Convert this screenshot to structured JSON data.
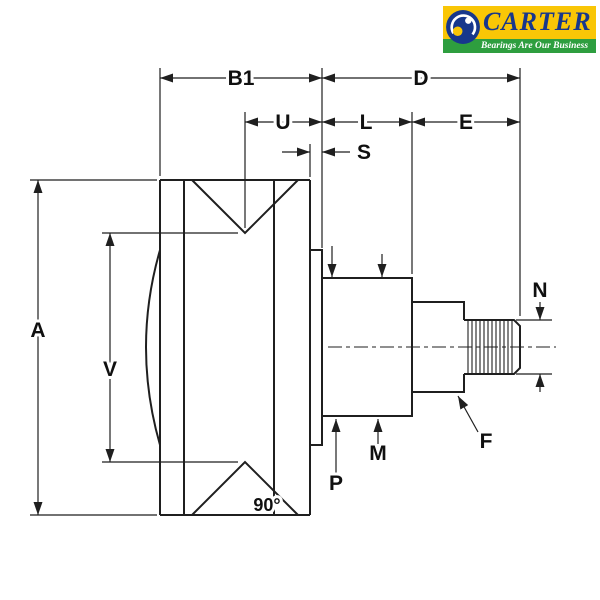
{
  "logo": {
    "brand": "CARTER",
    "tagline": "Bearings Are Our Business",
    "colors": {
      "yellow": "#F9C606",
      "blue": "#17378C",
      "green": "#2E9E3F"
    }
  },
  "dimensions": {
    "b1": "B1",
    "d": "D",
    "u": "U",
    "l": "L",
    "e": "E",
    "s": "S",
    "a": "A",
    "v": "V",
    "n": "N",
    "m": "M",
    "p": "P",
    "f": "F"
  },
  "annotations": {
    "groove_angle": "90°"
  },
  "drawing": {
    "line_color": "#1f1f1f"
  }
}
